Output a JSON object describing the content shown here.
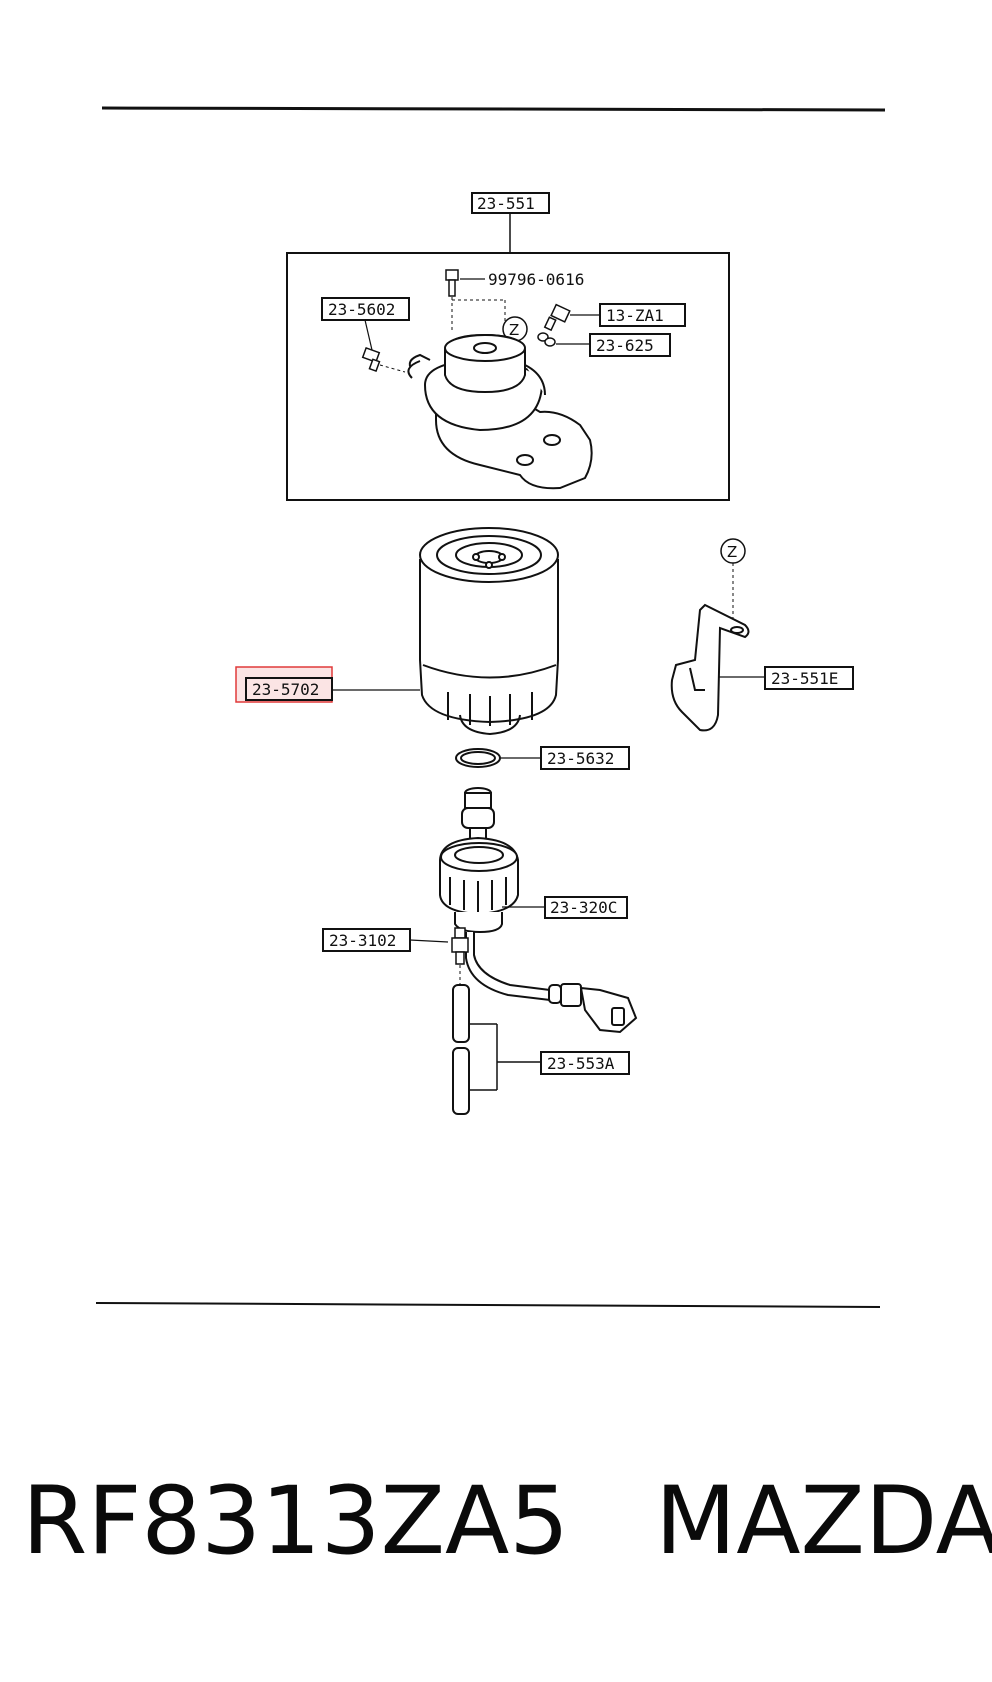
{
  "labels": {
    "assembly": "23-551",
    "bolt": "99796-0616",
    "part_5602": "23-5602",
    "part_13za1": "13-ZA1",
    "part_625": "23-625",
    "filter": "23-5702",
    "bracket": "23-551E",
    "oring": "23-5632",
    "sensor": "23-320C",
    "part_3102": "23-3102",
    "hose": "23-553A",
    "ref_z": "Z"
  },
  "caption": {
    "part_number": "RF8313ZA5",
    "brand": "MAZDA"
  },
  "colors": {
    "line": "#111111",
    "highlight": "#e03a3a",
    "highlight_fill": "#fbe4e4"
  }
}
